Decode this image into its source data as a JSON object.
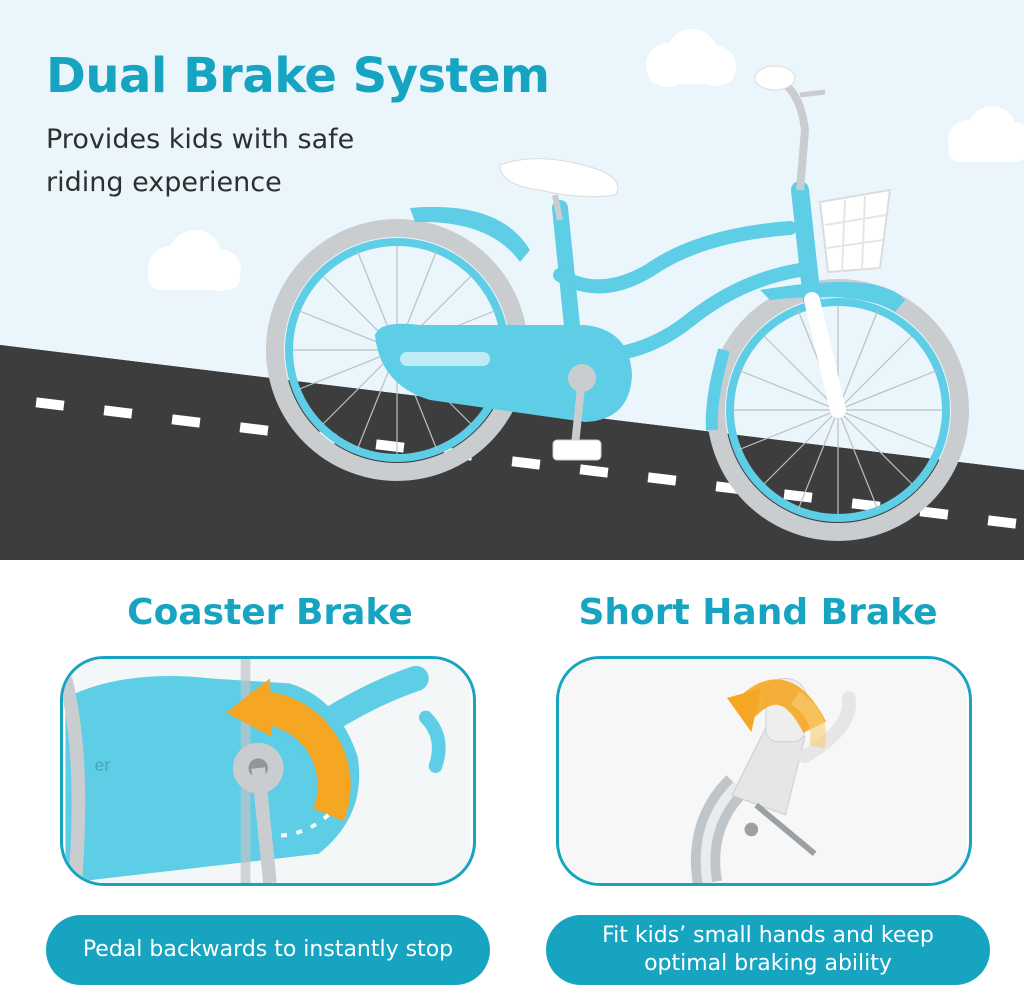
{
  "header": {
    "title": "Dual Brake System",
    "subtitle": "Provides kids with safe riding experience"
  },
  "features": [
    {
      "title": "Coaster Brake",
      "caption": "Pedal backwards to instantly stop",
      "icon": "pedal-arrow-icon"
    },
    {
      "title": "Short Hand Brake",
      "caption": "Fit kids’ small hands and keep optimal braking ability",
      "icon": "hand-lever-arrow-icon"
    }
  ],
  "colors": {
    "accent": "#17a4c1",
    "bike_blue": "#5ecde6",
    "road": "#3d3d3d",
    "sky": "#eaf6fb",
    "arrow_orange": "#f5a623"
  }
}
